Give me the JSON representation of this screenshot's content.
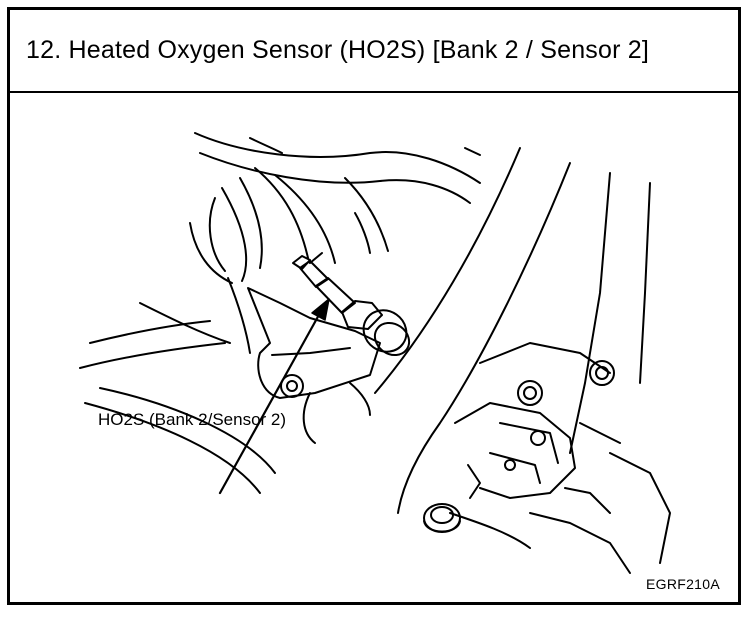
{
  "header": {
    "title": "12.  Heated Oxygen Sensor (HO2S) [Bank 2 / Sensor 2]"
  },
  "figure": {
    "callout_label": "HO2S (Bank 2/Sensor 2)",
    "figure_code": "EGRF210A"
  }
}
